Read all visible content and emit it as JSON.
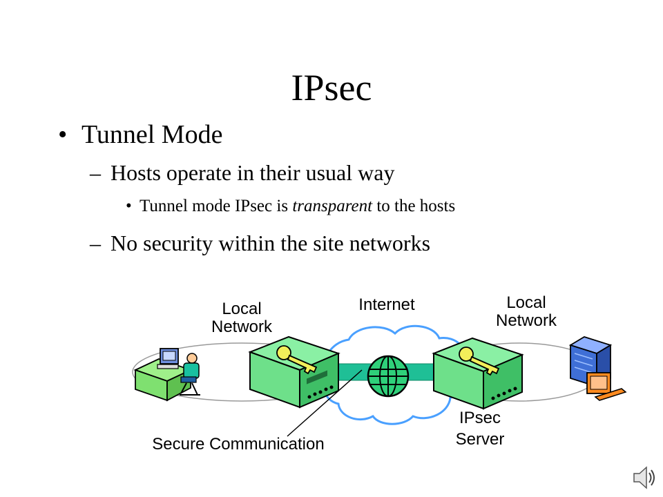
{
  "slide": {
    "title": "IPsec",
    "bullets": {
      "level1": {
        "marker": "•",
        "text": "Tunnel Mode"
      },
      "level2a": {
        "marker": "–",
        "text": "Hosts operate in their usual way"
      },
      "level3": {
        "marker": "•",
        "pre": "Tunnel mode IPsec is ",
        "emph": "transparent",
        "post": " to the hosts"
      },
      "level2b": {
        "marker": "–",
        "text": "No security within the site networks"
      }
    }
  },
  "diagram": {
    "labels": {
      "local_network_left": [
        "Local",
        "Network"
      ],
      "internet": "Internet",
      "local_network_right": [
        "Local",
        "Network"
      ],
      "ipsec_server": [
        "IPsec",
        "Server"
      ],
      "secure_communication": "Secure Communication"
    },
    "colors": {
      "device_green": "#6ee08a",
      "device_dark": "#1f8f4a",
      "tunnel": "#1fbf96",
      "globe": "#2fd07a",
      "key": "#f2ee5a",
      "server_blue": "#3f6fd6",
      "monitor_orange": "#ff8a1f",
      "desk_green": "#7fe070"
    }
  }
}
